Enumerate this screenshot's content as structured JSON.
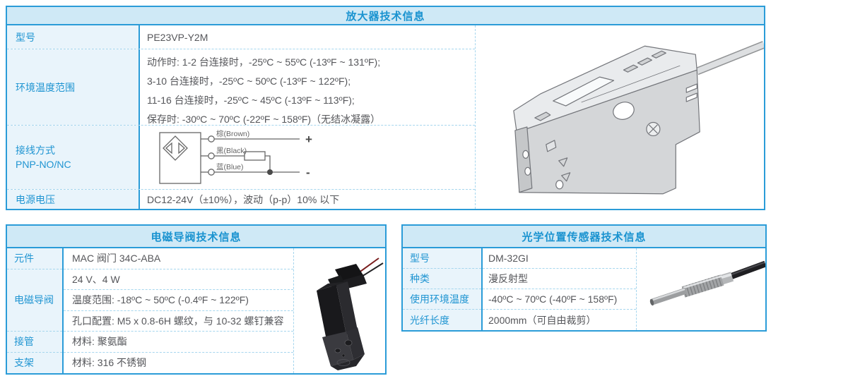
{
  "colors": {
    "border_blue": "#2b9cd8",
    "header_bg": "#cfe9f6",
    "header_text": "#1a93d0",
    "label_bg": "#e9f4fb",
    "label_text": "#2095d2",
    "body_text": "#55565a",
    "dashed_line": "#a6d6ee"
  },
  "amplifier": {
    "title": "放大器技术信息",
    "model_label": "型号",
    "model_value": "PE23VP-Y2M",
    "temp_label": "环境温度范围",
    "temp_lines": [
      "动作时: 1-2 台连接时，-25ºC ~ 55ºC (-13ºF ~ 131ºF);",
      "3-10 台连接时，-25ºC ~ 50ºC (-13ºF ~ 122ºF);",
      "11-16 台连接时，-25ºC ~ 45ºC (-13ºF ~ 113ºF);",
      "保存时: -30ºC ~ 70ºC (-22ºF ~ 158ºF)（无结冰凝露）"
    ],
    "wiring_label_line1": "接线方式",
    "wiring_label_line2": "PNP-NO/NC",
    "wiring_diagram": {
      "brown": "棕(Brown)",
      "black": "黑(Black)",
      "blue": "蓝(Blue)",
      "plus": "+",
      "minus": "-"
    },
    "power_label": "电源电压",
    "power_value": "DC12-24V（±10%），波动（p-p）10% 以下"
  },
  "valve": {
    "title": "电磁导阀技术信息",
    "component_label": "元件",
    "component_value": "MAC 阀门 34C-ABA",
    "pilot_label": "电磁导阀",
    "pilot_values": [
      "24 V、4 W",
      "温度范围: -18ºC ~ 50ºC (-0.4ºF ~ 122ºF)",
      "孔口配置: M5 x 0.8-6H 螺纹，与 10-32 螺钉兼容"
    ],
    "pipe_label": "接管",
    "pipe_value": "材料: 聚氨酯",
    "bracket_label": "支架",
    "bracket_value": "材料: 316 不锈钢"
  },
  "sensor": {
    "title": "光学位置传感器技术信息",
    "rows": [
      {
        "label": "型号",
        "value": "DM-32GI"
      },
      {
        "label": "种类",
        "value": "漫反射型"
      },
      {
        "label": "使用环境温度",
        "value": "-40ºC ~ 70ºC (-40ºF ~ 158ºF)"
      },
      {
        "label": "光纤长度",
        "value": "2000mm（可自由裁剪）"
      }
    ]
  }
}
